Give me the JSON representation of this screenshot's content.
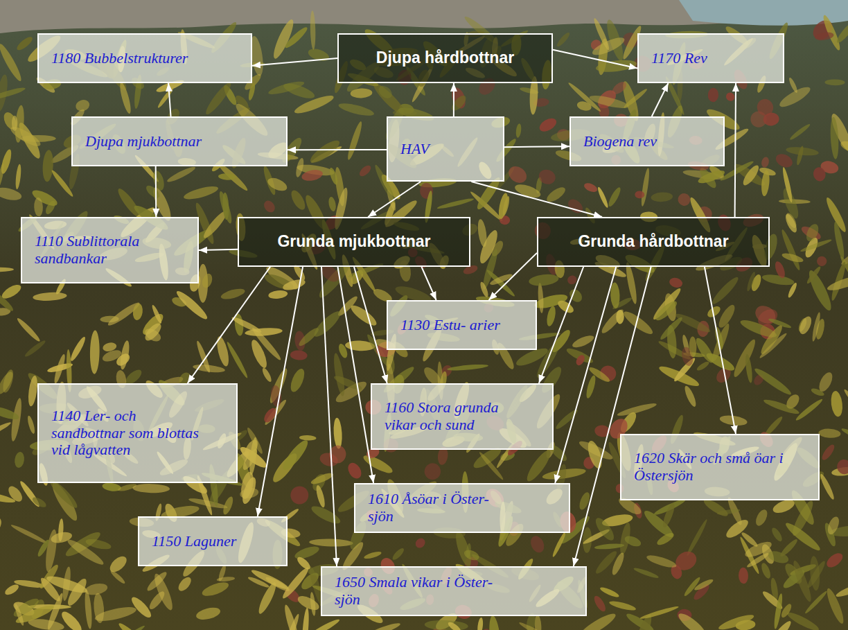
{
  "diagram": {
    "nodes": [
      {
        "text": [
          "1180 Bubbelstrukturer"
        ]
      },
      {
        "text": [
          "Djupa hårdbottnar"
        ]
      },
      {
        "text": [
          "1170 Rev"
        ]
      },
      {
        "text": [
          "Djupa mjukbottnar"
        ]
      },
      {
        "text": [
          "HAV"
        ]
      },
      {
        "text": [
          "Biogena rev"
        ]
      },
      {
        "text": [
          "1110 Sublittorala sandbankar"
        ]
      },
      {
        "text": [
          "Grunda mjukbottnar"
        ]
      },
      {
        "text": [
          "Grunda hårdbottnar"
        ]
      },
      {
        "text": [
          "1130 Estu- arier"
        ]
      },
      {
        "text": [
          "1140 Ler- och sandbottnar som blottas vid lågvatten"
        ]
      },
      {
        "text": [
          "1160 Stora grunda vikar och sund"
        ]
      },
      {
        "text": [
          "1620 Skär och små öar i Östersjön"
        ]
      },
      {
        "text": [
          "1610 Åsöar i Öster- sjön"
        ]
      },
      {
        "text": [
          "1150 Laguner"
        ]
      },
      {
        "text": [
          "1650 Smala vikar i Öster- sjön"
        ]
      }
    ],
    "edges": [
      {
        "from": 1,
        "to": 0,
        "arrow": "to"
      },
      {
        "from": 1,
        "to": 2,
        "arrow": "to"
      },
      {
        "from": 4,
        "to": 1,
        "arrow": "to"
      },
      {
        "from": 4,
        "to": 3,
        "arrow": "to"
      },
      {
        "from": 4,
        "to": 5,
        "arrow": "to"
      },
      {
        "from": 4,
        "to": 7,
        "arrow": "to"
      },
      {
        "from": 4,
        "to": 8,
        "arrow": "to"
      },
      {
        "from": 3,
        "to": 0,
        "arrow": "to"
      },
      {
        "from": 3,
        "to": 6,
        "arrow": "to"
      },
      {
        "from": 5,
        "to": 2,
        "arrow": "to"
      },
      {
        "from": 8,
        "to": 2,
        "arrow": "to"
      },
      {
        "from": 7,
        "to": 6,
        "arrow": "to"
      },
      {
        "from": 7,
        "to": 9,
        "arrow": "to"
      },
      {
        "from": 8,
        "to": 9,
        "arrow": "to"
      },
      {
        "from": 7,
        "to": 10,
        "arrow": "to"
      },
      {
        "from": 7,
        "to": 14,
        "arrow": "to"
      },
      {
        "from": 7,
        "to": 15,
        "arrow": "to"
      },
      {
        "from": 7,
        "to": 13,
        "arrow": "to"
      },
      {
        "from": 7,
        "to": 11,
        "arrow": "to"
      },
      {
        "from": 8,
        "to": 11,
        "arrow": "to"
      },
      {
        "from": 8,
        "to": 13,
        "arrow": "to"
      },
      {
        "from": 8,
        "to": 15,
        "arrow": "to"
      },
      {
        "from": 8,
        "to": 12,
        "arrow": "to"
      }
    ]
  }
}
